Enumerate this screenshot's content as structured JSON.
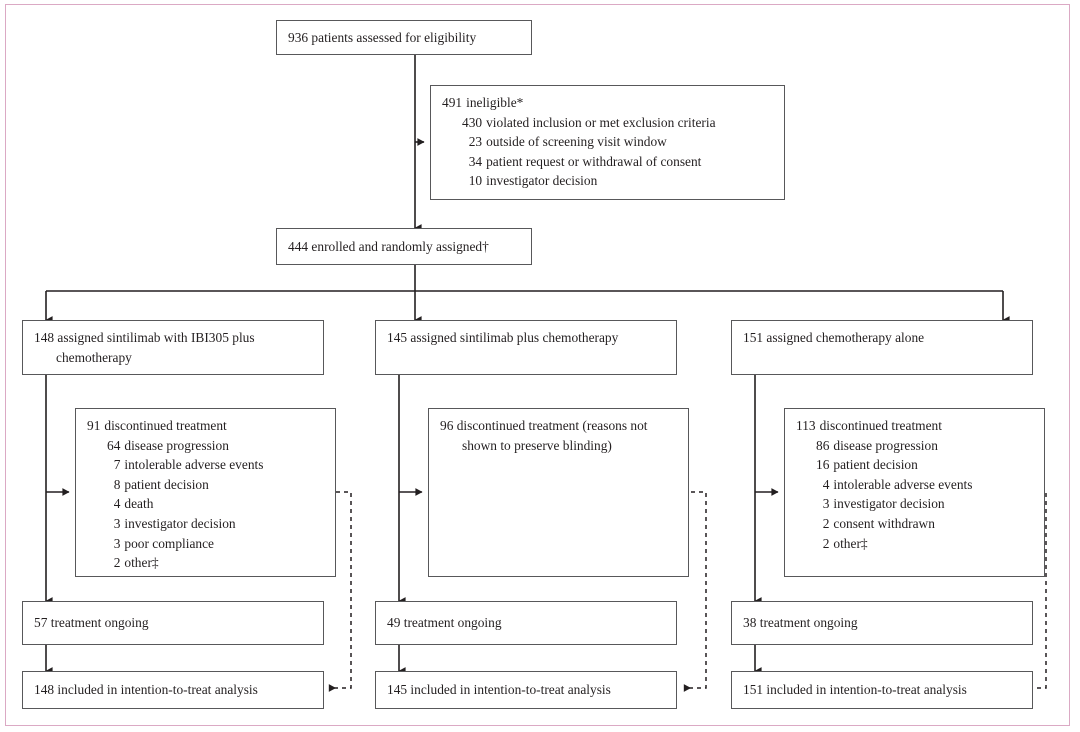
{
  "figure": {
    "type": "consort-flow-diagram",
    "frame_color": "#dba9c4",
    "line_color": "#231f20",
    "text_color": "#231f20"
  },
  "nodes": {
    "screened": {
      "text": "936 patients assessed for eligibility"
    },
    "ineligible": {
      "header_num": "491",
      "header_label": "ineligible*",
      "reasons": [
        {
          "num": "430",
          "label": "violated inclusion or met exclusion criteria"
        },
        {
          "num": "23",
          "label": "outside of screening visit window"
        },
        {
          "num": "34",
          "label": "patient request or withdrawal of consent"
        },
        {
          "num": "10",
          "label": "investigator decision"
        }
      ]
    },
    "enrolled": {
      "text": "444 enrolled and randomly assigned†"
    },
    "arm1": {
      "assigned": "148 assigned sintilimab with IBI305 plus chemotherapy",
      "discontinued_num": "91",
      "discontinued_label": "discontinued treatment",
      "reasons": [
        {
          "num": "64",
          "label": "disease progression"
        },
        {
          "num": "7",
          "label": "intolerable adverse events"
        },
        {
          "num": "8",
          "label": "patient decision"
        },
        {
          "num": "4",
          "label": "death"
        },
        {
          "num": "3",
          "label": "investigator decision"
        },
        {
          "num": "3",
          "label": "poor compliance"
        },
        {
          "num": "2",
          "label": "other‡"
        }
      ],
      "ongoing": "57 treatment ongoing",
      "itt": "148 included in intention-to-treat analysis"
    },
    "arm2": {
      "assigned": "145 assigned sintilimab plus chemotherapy",
      "discontinued_text": "96 discontinued treatment (reasons not shown to preserve blinding)",
      "reasons": [],
      "ongoing": "49 treatment ongoing",
      "itt": "145 included in intention-to-treat analysis"
    },
    "arm3": {
      "assigned": "151 assigned chemotherapy alone",
      "discontinued_num": "113",
      "discontinued_label": "discontinued treatment",
      "reasons": [
        {
          "num": "86",
          "label": "disease progression"
        },
        {
          "num": "16",
          "label": "patient decision"
        },
        {
          "num": "4",
          "label": "intolerable adverse events"
        },
        {
          "num": "3",
          "label": "investigator decision"
        },
        {
          "num": "2",
          "label": "consent withdrawn"
        },
        {
          "num": "2",
          "label": "other‡"
        }
      ],
      "ongoing": "38 treatment ongoing",
      "itt": "151 included in intention-to-treat analysis"
    }
  }
}
